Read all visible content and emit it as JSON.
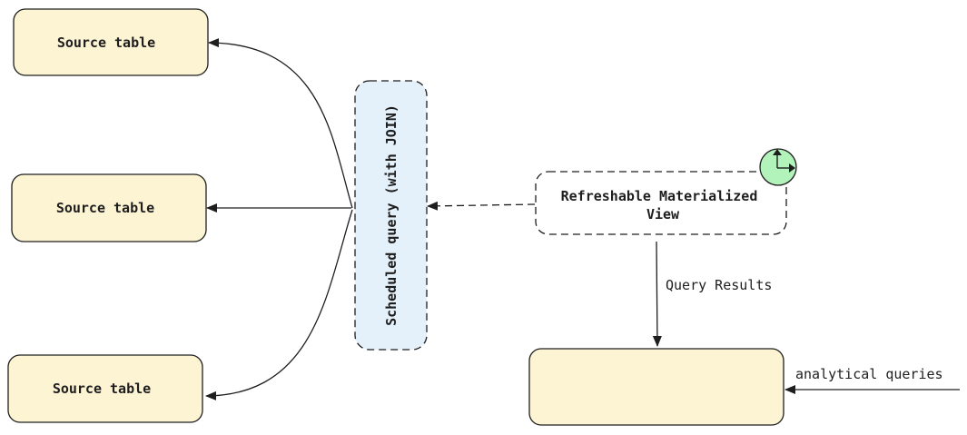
{
  "nodes": {
    "source_table_1": {
      "label": "Source table"
    },
    "source_table_2": {
      "label": "Source table"
    },
    "source_table_3": {
      "label": "Source table"
    },
    "scheduled_query": {
      "label": "Scheduled query (with JOIN)"
    },
    "refreshable_mv": {
      "line1": "Refreshable Materialized",
      "line2": "View"
    },
    "results_table": {
      "label": ""
    }
  },
  "edges": {
    "query_results_label": "Query Results",
    "analytical_queries_label": "analytical queries"
  },
  "icons": {
    "schedule_icon": "clock-icon"
  },
  "colors": {
    "source_fill": "#fdf4d4",
    "scheduled_fill": "#e4f1fb",
    "clock_fill": "#b2f2bb",
    "stroke": "#1e1e1e"
  }
}
